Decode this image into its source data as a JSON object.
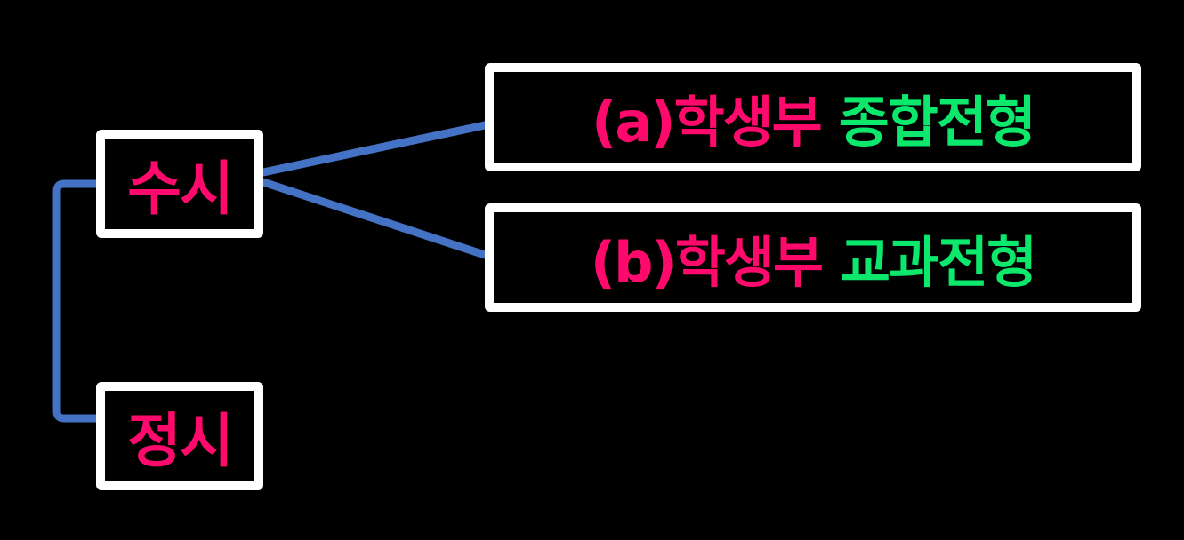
{
  "colors": {
    "background": "#000000",
    "box_border": "#ffffff",
    "primary_text": "#ff0a6c",
    "highlight_text": "#0be86c",
    "connector": "#4472c4"
  },
  "nodes": {
    "susi": {
      "label": "수시"
    },
    "jeongsi": {
      "label": "정시"
    },
    "option_a": {
      "prefix": "(a)학생부",
      "highlight": "종합전형"
    },
    "option_b": {
      "prefix": "(b)학생부",
      "highlight": "교과전형"
    }
  }
}
